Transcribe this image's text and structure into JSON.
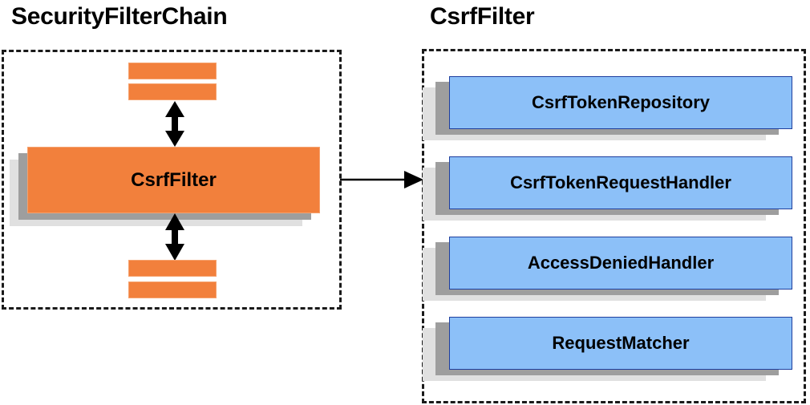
{
  "diagram": {
    "type": "component-relationship-diagram",
    "background": "#ffffff",
    "colors": {
      "orange_fill": "#F2803C",
      "orange_border": "#F5A26E",
      "blue_fill": "#8CC0F8",
      "blue_border": "#1F3F9E",
      "shadow_dark": "#9E9E9E",
      "shadow_light": "#E0E0E0",
      "dashed_border": "#1A1A1A",
      "text": "#000000"
    }
  },
  "left_panel": {
    "title": "SecurityFilterChain",
    "main_box": {
      "label": "CsrfFilter"
    },
    "stubs_above": [
      {
        "label": ""
      },
      {
        "label": ""
      }
    ],
    "stubs_below": [
      {
        "label": ""
      },
      {
        "label": ""
      }
    ],
    "arrows": [
      {
        "name": "arrow-above-csrffilter",
        "direction": "bidirectional"
      },
      {
        "name": "arrow-below-csrffilter",
        "direction": "bidirectional"
      }
    ]
  },
  "connector": {
    "name": "csrffilter-detail-arrow",
    "direction": "left-to-right",
    "label": ""
  },
  "right_panel": {
    "title": "CsrfFilter",
    "items": [
      {
        "label": "CsrfTokenRepository"
      },
      {
        "label": "CsrfTokenRequestHandler"
      },
      {
        "label": "AccessDeniedHandler"
      },
      {
        "label": "RequestMatcher"
      }
    ]
  }
}
